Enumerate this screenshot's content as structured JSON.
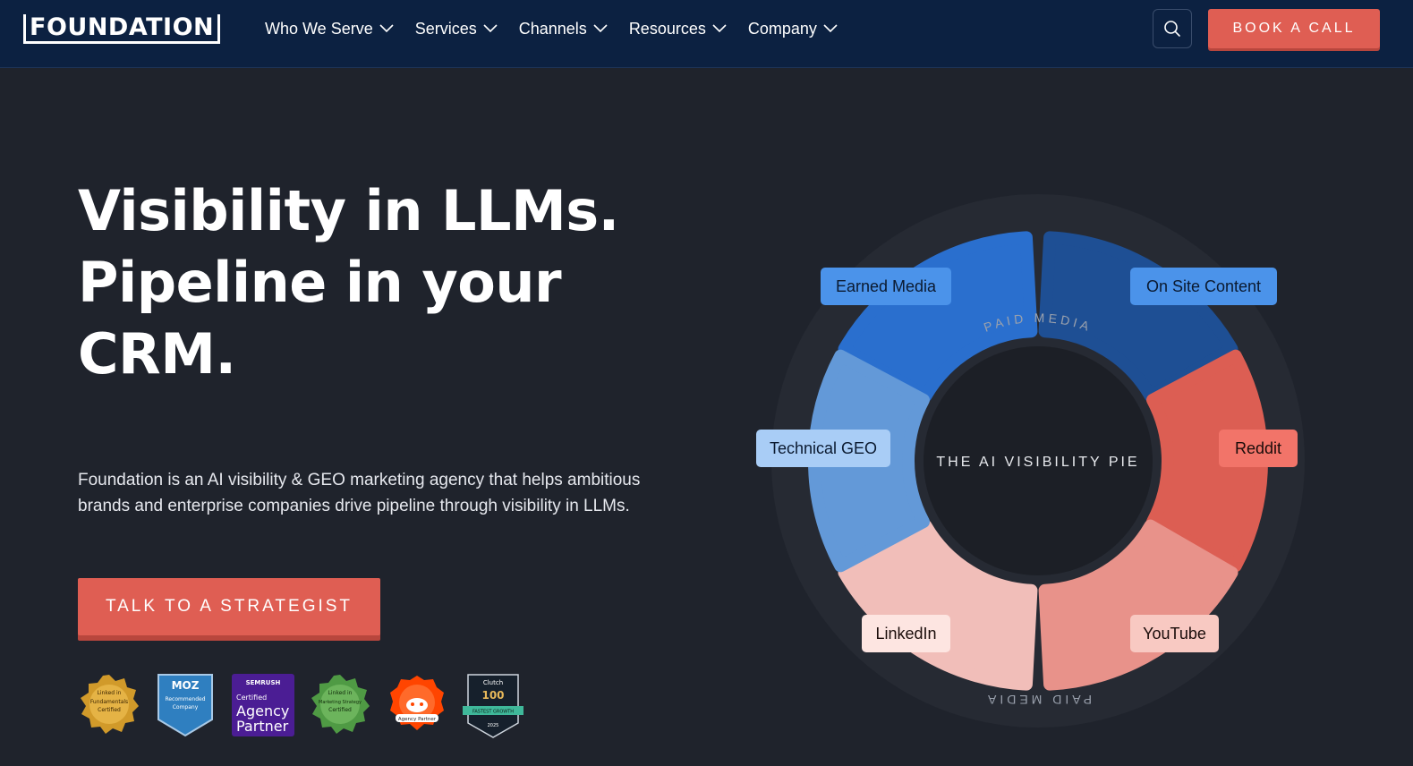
{
  "nav": {
    "logo": "FOUNDATION",
    "menu": [
      {
        "label": "Who We Serve"
      },
      {
        "label": "Services"
      },
      {
        "label": "Channels"
      },
      {
        "label": "Resources"
      },
      {
        "label": "Company"
      }
    ],
    "book_label": "BOOK A CALL"
  },
  "hero": {
    "headline": "Visibility in LLMs. Pipeline in your CRM.",
    "subtext": "Foundation is an AI visibility & GEO marketing agency that helps ambitious brands and enterprise companies drive pipeline through visibility in LLMs.",
    "cta_label": "TALK TO A STRATEGIST"
  },
  "badges": [
    {
      "name": "linkedin-fundamentals-badge",
      "lines": [
        "Linked in",
        "Fundamentals",
        "Certified"
      ]
    },
    {
      "name": "moz-recommended-badge",
      "lines": [
        "MOZ",
        "Recommended",
        "Company"
      ]
    },
    {
      "name": "semrush-agency-badge",
      "lines": [
        "SEMRUSH",
        "Certified",
        "Agency",
        "Partner"
      ]
    },
    {
      "name": "linkedin-marketing-strategy-badge",
      "lines": [
        "Linked in",
        "Marketing Strategy",
        "Certified"
      ]
    },
    {
      "name": "reddit-agency-partner-badge",
      "lines": [
        "Agency Partner"
      ]
    },
    {
      "name": "clutch-100-badge",
      "lines": [
        "Clutch",
        "100",
        "FASTEST GROWTH",
        "2025"
      ]
    }
  ],
  "pie": {
    "center_label": "THE AI VISIBILITY PIE",
    "ring_top": "PAID MEDIA",
    "ring_bottom": "PAID MEDIA",
    "segments": [
      {
        "label": "Earned Media",
        "color": "#2a6fce",
        "label_bg": "#4b93ea",
        "label_fg": "#0b1a30"
      },
      {
        "label": "On Site Content",
        "color": "#1e4f94",
        "label_bg": "#4b93ea",
        "label_fg": "#0b1a30"
      },
      {
        "label": "Reddit",
        "color": "#dc5e53",
        "label_bg": "#f27469",
        "label_fg": "#1a0c0a"
      },
      {
        "label": "YouTube",
        "color": "#e8928a",
        "label_bg": "#f8c9c2",
        "label_fg": "#1a0c0a"
      },
      {
        "label": "LinkedIn",
        "color": "#f1beb9",
        "label_bg": "#fde5e1",
        "label_fg": "#1a0c0a"
      },
      {
        "label": "Technical GEO",
        "color": "#6399d8",
        "label_bg": "#a9cdf6",
        "label_fg": "#0b1a30"
      }
    ]
  },
  "colors": {
    "nav_bg": "#0c2141",
    "page_bg": "#1f232c",
    "accent": "#df5e53"
  }
}
